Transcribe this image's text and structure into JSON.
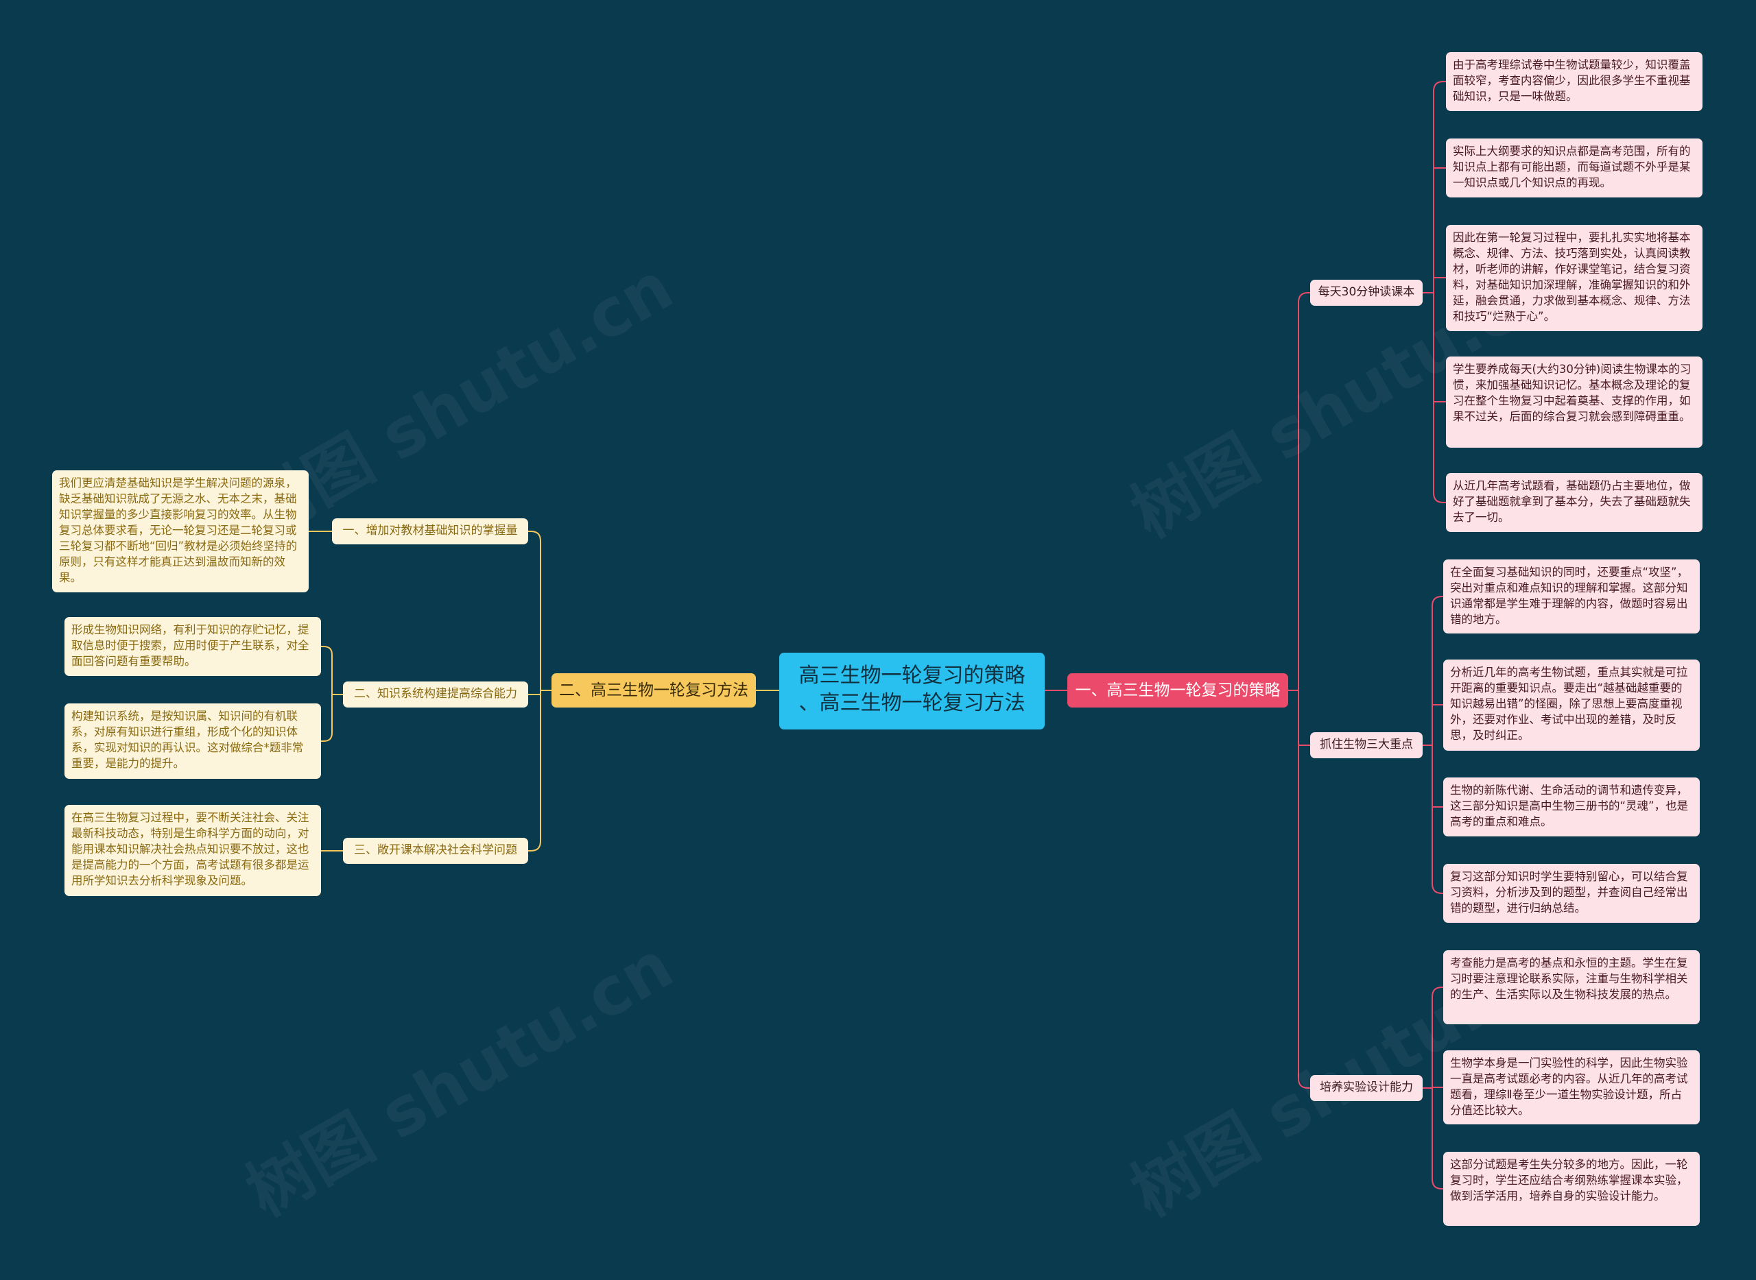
{
  "colors": {
    "background": "#0a3a4d",
    "root_fill": "#29bfef",
    "right_branch_fill": "#ec4a6a",
    "left_branch_fill": "#f7c85c",
    "right_leaf_fill": "#fde2e7",
    "left_leaf_fill": "#fdf4dc",
    "right_link": "#ec4a6a",
    "left_link": "#f7c85c"
  },
  "watermark": "树图 shutu.cn",
  "root": {
    "line1": "高三生物一轮复习的策略",
    "line2": "、高三生物一轮复习方法"
  },
  "right_branch": {
    "label": "一、高三生物一轮复习的策略",
    "topics": [
      {
        "label": "每天30分钟读课本",
        "leaves": [
          "由于高考理综试卷中生物试题量较少，知识覆盖面较窄，考查内容偏少，因此很多学生不重视基础知识，只是一味做题。",
          "实际上大纲要求的知识点都是高考范围，所有的知识点上都有可能出题，而每道试题不外乎是某一知识点或几个知识点的再现。",
          "因此在第一轮复习过程中，要扎扎实实地将基本概念、规律、方法、技巧落到实处，认真阅读教材，听老师的讲解，作好课堂笔记，结合复习资料，对基础知识加深理解，准确掌握知识的和外延，融会贯通，力求做到基本概念、规律、方法和技巧“烂熟于心”。",
          "学生要养成每天(大约30分钟)阅读生物课本的习惯，来加强基础知识记忆。基本概念及理论的复习在整个生物复习中起着奠基、支撑的作用，如果不过关，后面的综合复习就会感到障碍重重。",
          "从近几年高考试题看，基础题仍占主要地位，做好了基础题就拿到了基本分，失去了基础题就失去了一切。"
        ]
      },
      {
        "label": "抓住生物三大重点",
        "leaves": [
          "在全面复习基础知识的同时，还要重点“攻坚”，突出对重点和难点知识的理解和掌握。这部分知识通常都是学生难于理解的内容，做题时容易出错的地方。",
          "分析近几年的高考生物试题，重点其实就是可拉开距离的重要知识点。要走出“越基础越重要的知识越易出错”的怪圈，除了思想上要高度重视外，还要对作业、考试中出现的差错，及时反思，及时纠正。",
          "生物的新陈代谢、生命活动的调节和遗传变异，这三部分知识是高中生物三册书的“灵魂”，也是高考的重点和难点。",
          "复习这部分知识时学生要特别留心，可以结合复习资料，分析涉及到的题型，并查阅自己经常出错的题型，进行归纳总结。"
        ]
      },
      {
        "label": "培养实验设计能力",
        "leaves": [
          "考查能力是高考的基点和永恒的主题。学生在复习时要注意理论联系实际，注重与生物科学相关的生产、生活实际以及生物科技发展的热点。",
          "生物学本身是一门实验性的科学，因此生物实验一直是高考试题必考的内容。从近几年的高考试题看，理综Ⅱ卷至少一道生物实验设计题，所占分值还比较大。",
          "这部分试题是考生失分较多的地方。因此，一轮复习时，学生还应结合考纲熟练掌握课本实验，做到活学活用，培养自身的实验设计能力。"
        ]
      }
    ]
  },
  "left_branch": {
    "label": "二、高三生物一轮复习方法",
    "topics": [
      {
        "label": "一、增加对教材基础知识的掌握量",
        "leaves": [
          "我们更应清楚基础知识是学生解决问题的源泉，缺乏基础知识就成了无源之水、无本之末，基础知识掌握量的多少直接影响复习的效率。从生物复习总体要求看，无论一轮复习还是二轮复习或三轮复习都不断地“回归”教材是必须始终坚持的原则，只有这样才能真正达到温故而知新的效果。"
        ]
      },
      {
        "label": "二、知识系统构建提高综合能力",
        "leaves": [
          "形成生物知识网络，有利于知识的存贮记忆，提取信息时便于搜索，应用时便于产生联系，对全面回答问题有重要帮助。",
          "构建知识系统，是按知识属、知识间的有机联系，对原有知识进行重组，形成个化的知识体系，实现对知识的再认识。这对做综合*题非常重要，是能力的提升。"
        ]
      },
      {
        "label": "三、敞开课本解决社会科学问题",
        "leaves": [
          "在高三生物复习过程中，要不断关注社会、关注最新科技动态，特别是生命科学方面的动向，对能用课本知识解决社会热点知识要不放过，这也是提高能力的一个方面，高考试题有很多都是运用所学知识去分析科学现象及问题。"
        ]
      }
    ]
  }
}
